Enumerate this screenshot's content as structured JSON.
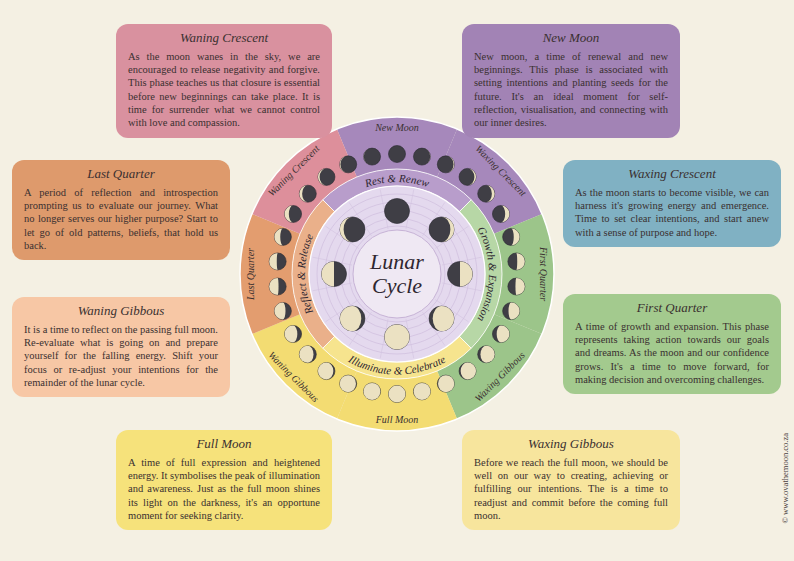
{
  "diagram": {
    "title": "Lunar Cycle",
    "nodes": [
      {
        "text": [
          "Waning Crescent",
          "As the moon wanes in the sky, we are encouraged to release negativity and forgive. This phase teaches us that closure is essential before new beginnings can take place. It is time for surrender what we cannot control with love and compassion."
        ]
      },
      {
        "text": [
          "New Moon",
          "New moon, a time of renewal and new beginnings. This phase is associated with setting intentions and planting seeds for the future. It's an ideal moment for self-reflection, visualisation, and connecting with our inner desires."
        ]
      },
      {
        "text": [
          "Last Quarter",
          "A period of reflection and introspection prompting us to evaluate our journey. What no longer serves our higher purpose? Start to let go of old patterns, beliefs, that hold us back."
        ]
      },
      {
        "text": [
          "Waxing Crescent",
          "As the moon starts to become visible, we can harness it's growing energy and emergence. Time to set clear intentions, and start anew with a sense of purpose and hope."
        ]
      },
      {
        "text": [
          "Waning Gibbous",
          "It is a time to reflect on the passing full moon. Re-evaluate what is going on and prepare yourself for the falling energy. Shift your focus or re-adjust your intentions for the remainder of the lunar cycle."
        ]
      },
      {
        "text": [
          "First Quarter",
          "A time of growth and expansion. This phase represents taking action towards our goals and dreams. As the moon and our confidence grows. It's a time to move forward, for making decision and overcoming challenges."
        ]
      },
      {
        "text": [
          "Full Moon",
          "A time of full expression and heightened energy. It symbolises the peak of illumination and awareness. Just as the full moon shines its light on the darkness, it's an opportune moment for seeking clarity."
        ]
      },
      {
        "text": [
          "Waxing Gibbous",
          "Before we reach the full moon, we should be well on our way to creating, achieving or fulfilling our intentions. The is a time to readjust and commit before the coming full moon."
        ]
      }
    ],
    "labels": [
      "New Moon",
      "Waxing Crescent",
      "First Quarter",
      "Waxing Gibbous",
      "Full Moon",
      "Waning Gibbous",
      "Last Quarter",
      "Waning Crescent",
      "Rest & Renew",
      "Growth & Expansion",
      "Illuminate & Celebrate",
      "Reflect & Release",
      "© www.ovathemoon.co.za"
    ]
  }
}
